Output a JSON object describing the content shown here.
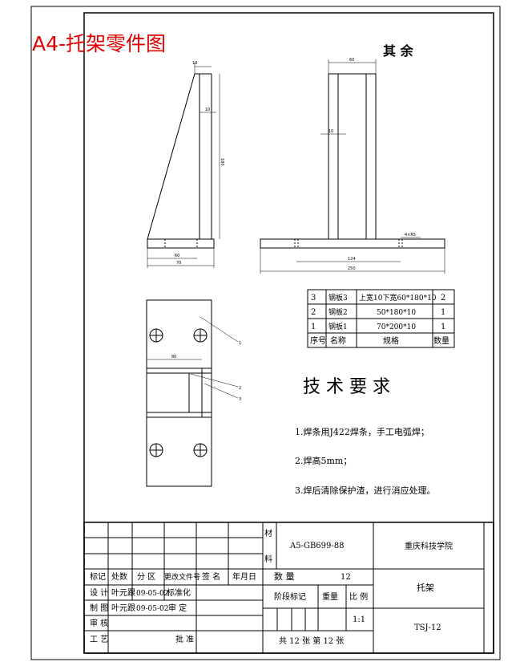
{
  "sheet_title": "A4-托架零件图",
  "remarks": "其 余",
  "dimensions": {
    "side_top": "10",
    "side_mid": "10",
    "side_height": "180",
    "side_bottom_inner": "60",
    "side_bottom_outer": "70",
    "front_top": "60",
    "front_plate": "10",
    "front_inner": "124",
    "front_total": "250",
    "front_note": "4×R5",
    "top_view_width": "80"
  },
  "leaders": [
    "1",
    "2",
    "3"
  ],
  "bom": {
    "rows": [
      {
        "no": "3",
        "name": "钢板3",
        "spec": "上宽10下宽60*180*10",
        "qty": "2"
      },
      {
        "no": "2",
        "name": "钢板2",
        "spec": "50*180*10",
        "qty": "1"
      },
      {
        "no": "1",
        "name": "钢板1",
        "spec": "70*200*10",
        "qty": "1"
      }
    ],
    "header": {
      "no": "序号",
      "name": "名称",
      "spec": "规格",
      "qty": "数量"
    }
  },
  "tech": {
    "title": "技 术 要 求",
    "items": [
      "1.焊条用J422焊条，手工电弧焊；",
      "2.焊高5mm；",
      "3.焊后清除保护渣，进行消应处理。"
    ]
  },
  "title_block": {
    "material_label": "材料",
    "material": "A5-GB699-88",
    "school": "重庆科技学院",
    "part_name": "托架",
    "drawing_no": "TSJ-12",
    "rev_headers": [
      "标记",
      "处数",
      "分 区",
      "更改文件号",
      "签 名",
      "年月日"
    ],
    "designer_label": "设 计",
    "designer": "叶元跟",
    "design_date": "09-05-02",
    "standard_label": "标准化",
    "drafter_label": "制 图",
    "drafter": "叶元跟",
    "draft_date": "09-05-02",
    "review_label": "审 定",
    "check_label": "审 核",
    "process_label": "工 艺",
    "approve_label": "批 准",
    "quantity_label": "数 量",
    "quantity": "12",
    "stage_label": "阶段标记",
    "weight_label": "重量",
    "scale_label": "比 例",
    "scale": "1:1",
    "sheets": "共 12 张  第 12 张"
  }
}
